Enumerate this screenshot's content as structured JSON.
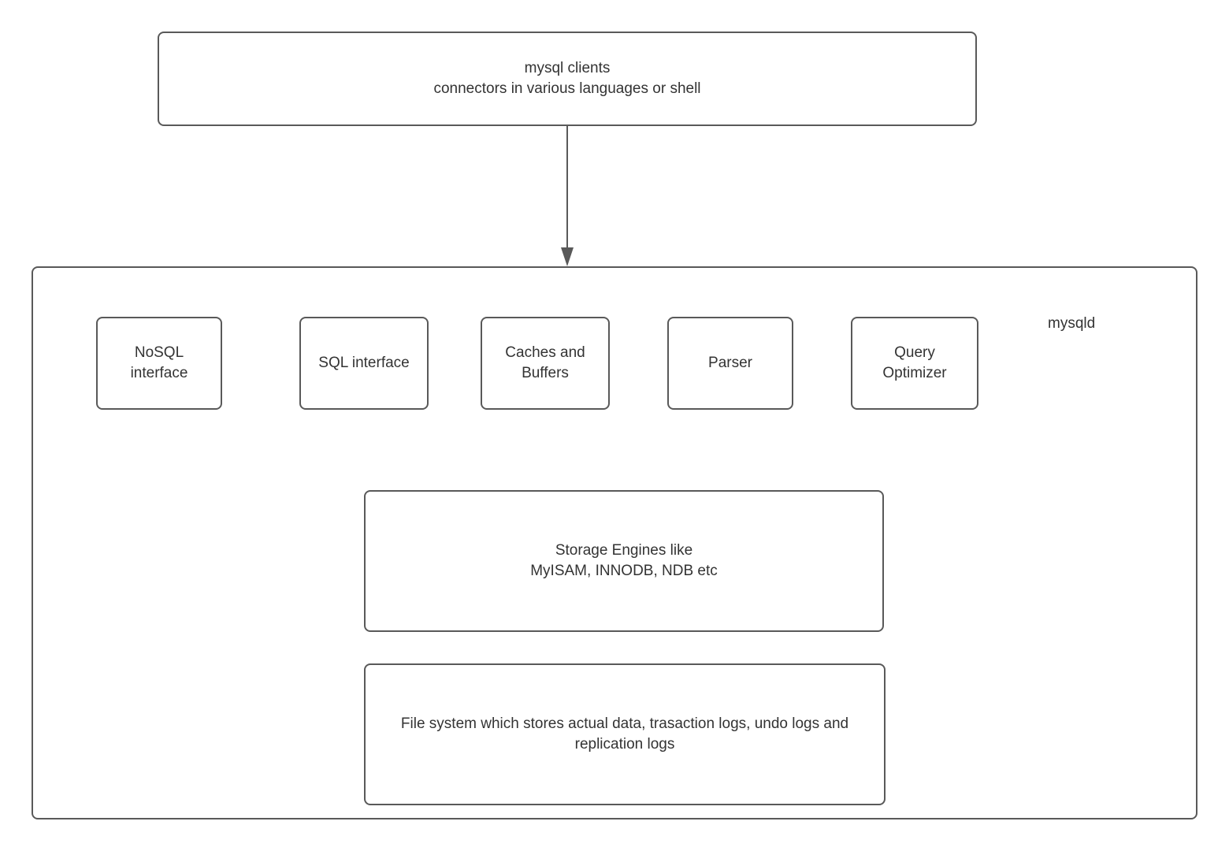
{
  "colors": {
    "background": "#ffffff",
    "box_border": "#595959",
    "text": "#333333",
    "arrow": "#595959"
  },
  "diagram": {
    "clients_box": {
      "line1": "mysql clients",
      "line2": "connectors in various languages or shell"
    },
    "arrow": {
      "direction": "down",
      "from": "clients-box",
      "to": "server-box"
    },
    "server": {
      "label": "mysqld",
      "components": [
        {
          "label": "NoSQL interface"
        },
        {
          "label": "SQL interface"
        },
        {
          "label": "Caches and Buffers"
        },
        {
          "label": "Parser"
        },
        {
          "label": "Query Optimizer"
        }
      ],
      "storage_box": {
        "line1": "Storage Engines like",
        "line2": "MyISAM, INNODB, NDB etc"
      },
      "filesystem_box": {
        "text": "File system which stores actual data, trasaction logs, undo logs and replication logs"
      }
    }
  }
}
